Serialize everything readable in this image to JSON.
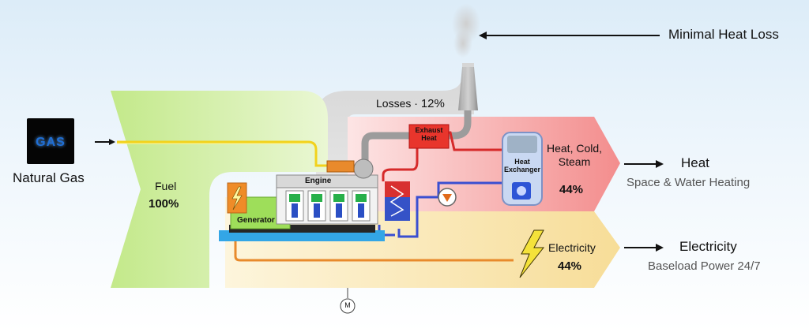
{
  "title_callout": "Minimal Heat Loss",
  "input": {
    "name": "Natural Gas",
    "icon_text": "GAS"
  },
  "fuel": {
    "label": "Fuel",
    "percent": "100%"
  },
  "losses": {
    "label": "Losses",
    "percent": "12%"
  },
  "heat": {
    "band_label": "Heat, Cold,\nSteam",
    "percent": "44%",
    "output_title": "Heat",
    "output_sub": "Space & Water Heating"
  },
  "electricity": {
    "band_label": "Electricity",
    "percent": "44%",
    "output_title": "Electricity",
    "output_sub": "Baseload Power 24/7"
  },
  "components": {
    "engine": "Engine",
    "generator": "Generator",
    "exhaust_heat": "Exhaust\nHeat",
    "heat_exchanger": "Heat\nExchanger",
    "motor": "M"
  },
  "colors": {
    "fuel_band": "#c9ec94",
    "heat_band": "#f49a9a",
    "electricity_band": "#f8e3a8",
    "loss_band": "#e4e4e4",
    "fuel_line": "#f2d21c",
    "electric_line": "#e88a2c"
  }
}
